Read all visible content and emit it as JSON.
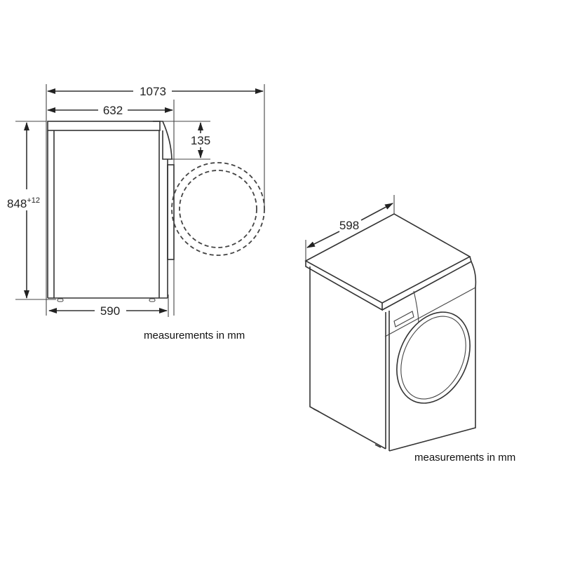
{
  "side_view": {
    "dim_total_depth": "1073",
    "dim_depth": "632",
    "dim_door_offset": "135",
    "dim_height": "848",
    "dim_height_tolerance": "+12",
    "dim_base_depth": "590",
    "caption": "measurements in mm"
  },
  "iso_view": {
    "dim_width": "598",
    "caption": "measurements in mm"
  }
}
